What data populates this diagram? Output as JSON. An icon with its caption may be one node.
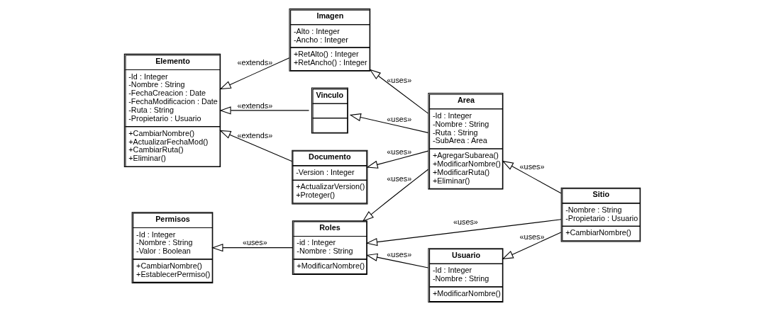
{
  "diagram": {
    "nodes": [
      {
        "text": [
          "Sitio",
          "-Nombre : String",
          "-Propietario : Usuario",
          "+CambiarNombre()"
        ]
      },
      {
        "text": [
          "Documento",
          "-Version : Integer",
          "+ActualizarVersion()",
          "+Proteger()"
        ]
      },
      {
        "text": [
          "Elemento",
          "-Id : Integer",
          "-Nombre : String",
          "-FechaCreacion : Date",
          "-FechaModificacion : Date",
          "-Ruta : String",
          "-Propietario : Usuario",
          "+CambiarNombre()",
          "+ActualizarFechaMod()",
          "+CambiarRuta()",
          "+Eliminar()"
        ]
      },
      {
        "text": [
          "Area",
          "-Id : Integer",
          "-Nombre : String",
          "-Ruta : String",
          "-SubArea : Area",
          "+AgregarSubarea()",
          "+ModificarNombre()",
          "+ModificarRuta()",
          "+Eliminar()"
        ]
      },
      {
        "text": [
          "Roles",
          "-id : Integer",
          "-Nombre : String",
          "+ModificarNombre()"
        ]
      },
      {
        "text": [
          "Usuario",
          "-Id : Integer",
          "-Nombre : String",
          "+ModificarNombre()"
        ]
      },
      {
        "text": [
          "Imagen",
          "-Alto : Integer",
          "-Ancho : Integer",
          "+RetAlto() : Integer",
          "+RetAncho() : Integer"
        ]
      },
      {
        "text": [
          "Vinculo"
        ]
      },
      {
        "text": [
          "Permisos",
          "-Id : Integer",
          "-Nombre : String",
          "-Valor : Boolean",
          "+CambiarNombre()",
          "+EstablecerPermiso()"
        ]
      }
    ],
    "edges": [
      {
        "from": 1,
        "to": 2,
        "arrow": "to",
        "label": "«extends»"
      },
      {
        "from": 6,
        "to": 2,
        "arrow": "to",
        "label": "«extends»"
      },
      {
        "from": 7,
        "to": 2,
        "arrow": "to",
        "label": "«extends»"
      },
      {
        "from": 3,
        "to": 1,
        "arrow": "to",
        "label": "«uses»"
      },
      {
        "from": 3,
        "to": 6,
        "arrow": "to",
        "label": "«uses»"
      },
      {
        "from": 3,
        "to": 7,
        "arrow": "to",
        "label": "«uses»"
      },
      {
        "from": 3,
        "to": 4,
        "arrow": "to",
        "label": "«uses»"
      },
      {
        "from": 0,
        "to": 3,
        "arrow": "to",
        "label": "«uses»"
      },
      {
        "from": 0,
        "to": 4,
        "arrow": "to",
        "label": "«uses»"
      },
      {
        "from": 0,
        "to": 5,
        "arrow": "to",
        "label": "«uses»"
      },
      {
        "from": 5,
        "to": 4,
        "arrow": "to",
        "label": "«uses»"
      },
      {
        "from": 4,
        "to": 8,
        "arrow": "to",
        "label": "«uses»"
      }
    ]
  }
}
